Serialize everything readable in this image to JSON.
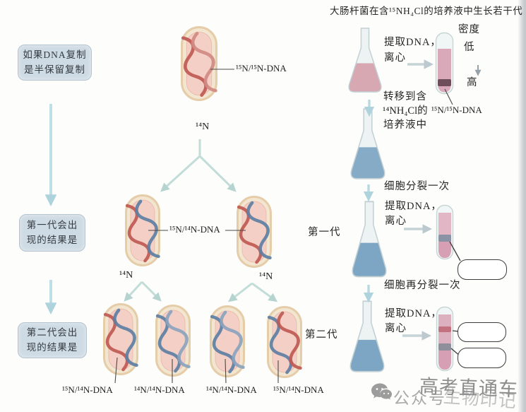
{
  "title": "大肠杆菌在含¹⁵NH₄Cl的培养液中生长若干代",
  "left_flow": {
    "hypothesis": {
      "line1": "如果DNA复制",
      "line2": "是半保留复制"
    },
    "gen1_result": {
      "line1": "第一代会出",
      "line2": "现的结果是"
    },
    "gen2_result": {
      "line1": "第二代会出",
      "line2": "现的结果是"
    }
  },
  "lineage": {
    "parent_dna": "¹⁵N/¹⁵N-DNA",
    "medium_top": "¹⁴N",
    "gen1_dna": "¹⁵N/¹⁴N-DNA",
    "gen1_label": "第一代",
    "medium_left": "¹⁴N",
    "medium_right": "¹⁴N",
    "gen2_label": "第二代",
    "gen2_dna": [
      "¹⁵N/¹⁴N-DNA",
      "¹⁴N/¹⁴N-DNA",
      "¹⁴N/¹⁴N-DNA",
      "¹⁵N/¹⁴N-DNA"
    ]
  },
  "procedure": {
    "extract1": {
      "line1": "提取DNA，",
      "line2": "离心"
    },
    "extract2": {
      "line1": "提取DNA，",
      "line2": "离心"
    },
    "extract3": {
      "line1": "提取DNA，",
      "line2": "离心"
    },
    "density": {
      "title": "密度",
      "low": "低",
      "high": "高"
    },
    "tube1_band": "¹⁵N/¹⁵N-DNA",
    "transfer": {
      "line1": "转移到含",
      "line2": "¹⁴NH₄Cl的",
      "line3": "培养液中"
    },
    "divide_once": "细胞分裂一次",
    "divide_again": "细胞再分裂一次"
  },
  "watermark": {
    "account": "公众号",
    "brand_front": "高考直通车",
    "brand_back": "生物印记"
  },
  "colors": {
    "flow_arrow": "#b9d9e0",
    "branch_arrow": "#c2dcd8",
    "pointer_line": "#4a4a4a",
    "box_fill": "#cfdbe4",
    "strand_15n": "#bf5a52",
    "strand_15n_light": "#d08a82",
    "strand_14n": "#5d7fa3",
    "strand_14n_light": "#8ba4bd",
    "liquid_15n_pink": "#d8a8b2",
    "liquid_14n_blue": "#85abc7",
    "band_heavy": "#6f4e5c",
    "band_hybrid": "#8b92a5"
  }
}
